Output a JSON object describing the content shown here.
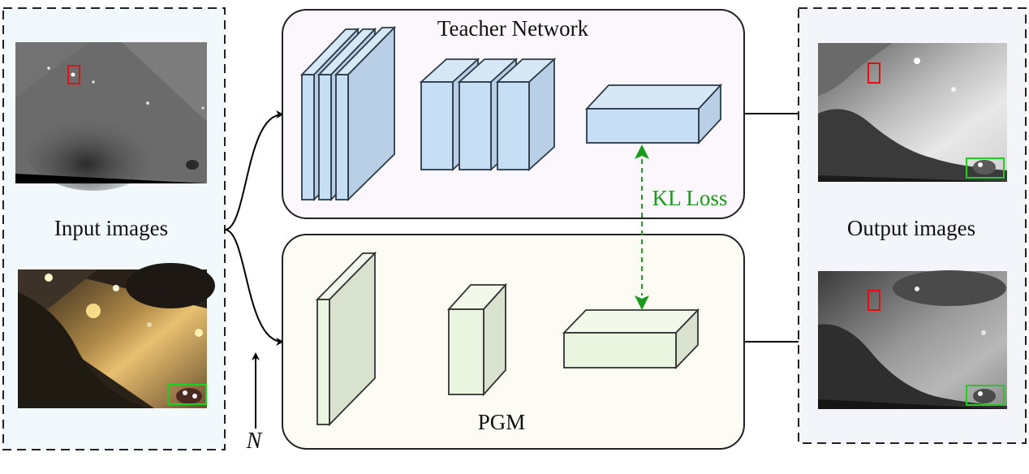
{
  "labels": {
    "input_images": "Input images",
    "output_images": "Output images",
    "teacher_network": "Teacher Network",
    "pgm": "PGM",
    "kl_loss": "KL Loss",
    "n_symbol": "N"
  },
  "colors": {
    "input_panel_bg": "#f2f9fd",
    "output_panel_bg": "#f3f5fb",
    "teacher_bg": "#fcf7fc",
    "pgm_bg": "#fcfcf4",
    "teacher_block": "#c7dff5",
    "pgm_block": "#eaf5e0",
    "kl_loss": "#1a9a1a",
    "detection_box_red": "#e01010",
    "detection_box_green": "#22cc22"
  },
  "icons": {
    "input_image_1": "thermal-grayscale-image",
    "input_image_2": "night-street-color-image",
    "output_image_1": "enhanced-grayscale-image",
    "output_image_2": "fused-grayscale-image"
  }
}
